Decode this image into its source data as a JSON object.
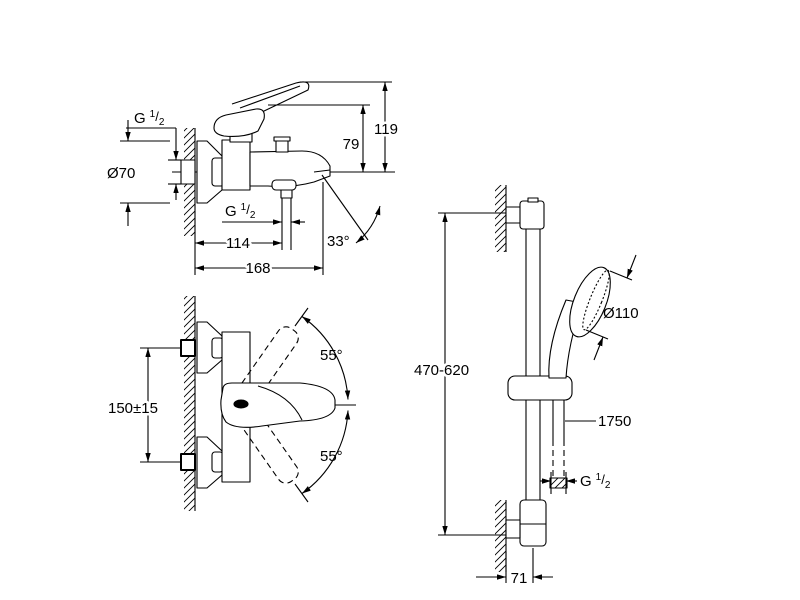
{
  "page": {
    "background": "#ffffff",
    "line_color": "#000000"
  },
  "bath_mixer_side": {
    "inlet_thread": {
      "prefix": "G",
      "num": "1",
      "slash": "/",
      "den": "2"
    },
    "escutcheon_diameter": "Ø70",
    "lever_height": "79",
    "total_height": "119",
    "outlet_thread": {
      "prefix": "G",
      "num": "1",
      "slash": "/",
      "den": "2"
    },
    "wall_to_outlet": "114",
    "spout_angle": "33°",
    "projection": "168"
  },
  "bath_mixer_top": {
    "lever_angle_upper": "55°",
    "lever_angle_lower": "55°",
    "inlet_spacing": "150±15"
  },
  "shower_rail_set": {
    "rail_adjustment": "470-620",
    "head_diameter": "Ø110",
    "hose_length": "1750",
    "hose_thread": {
      "prefix": "G",
      "num": "1",
      "slash": "/",
      "den": "2"
    },
    "wall_distance": "71"
  }
}
